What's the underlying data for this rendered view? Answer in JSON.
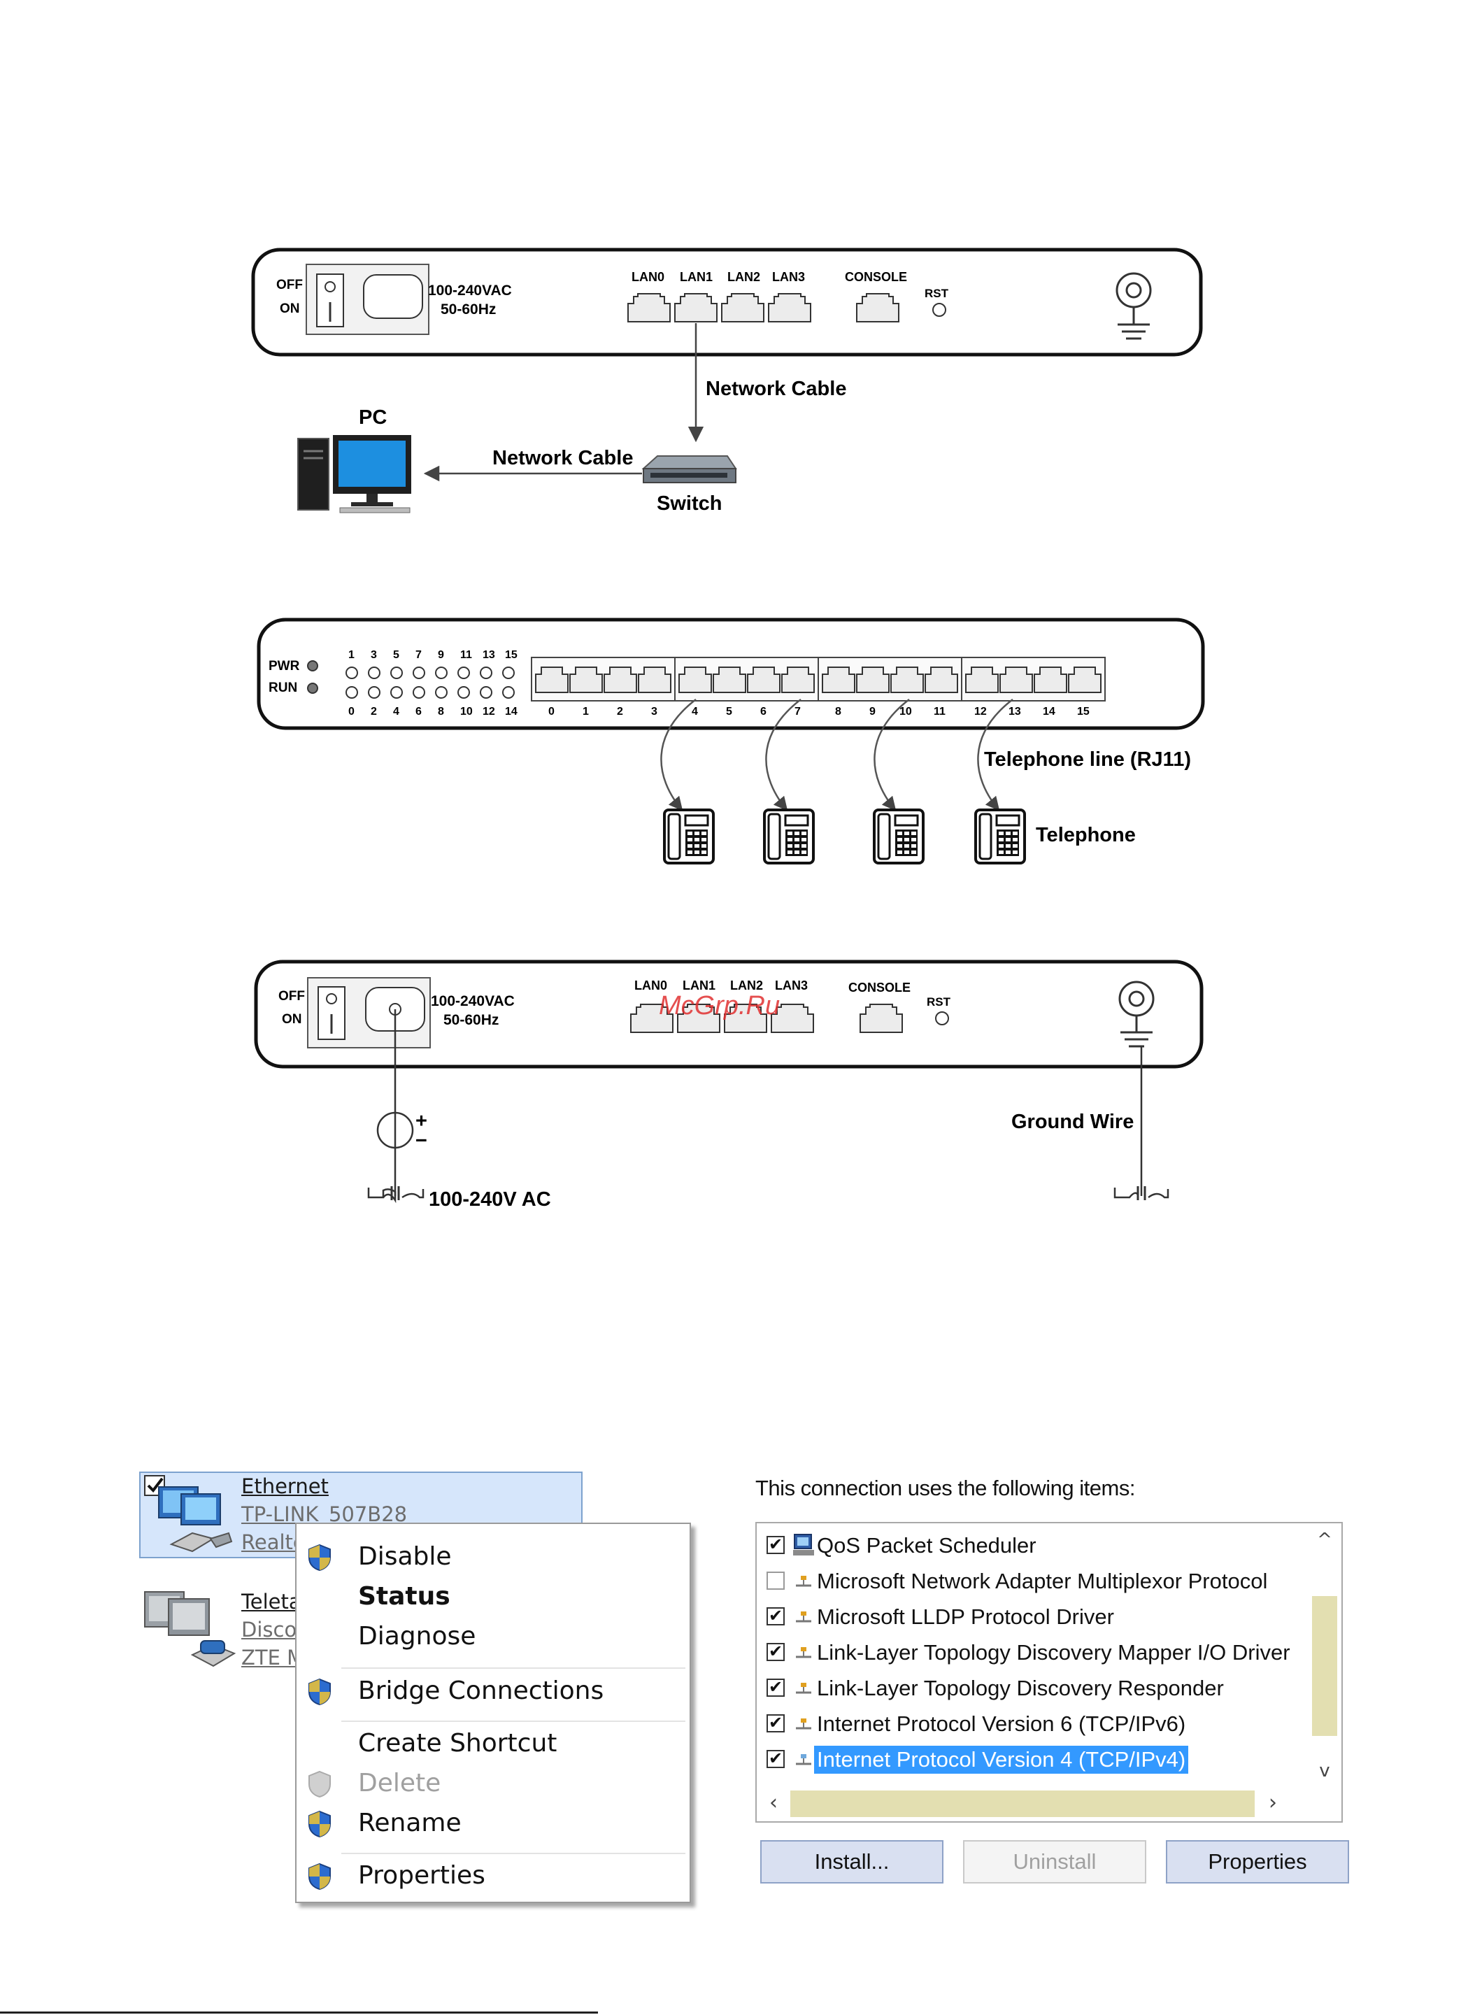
{
  "diagram1": {
    "switch_off": "OFF",
    "switch_on": "ON",
    "power_rating": "100-240VAC",
    "power_freq": "50-60Hz",
    "lan_ports": [
      "LAN0",
      "LAN1",
      "LAN2",
      "LAN3"
    ],
    "console": "CONSOLE",
    "rst": "RST",
    "cable_label_1": "Network Cable",
    "pc_label": "PC",
    "cable_label_2": "Network Cable",
    "switch_label": "Switch"
  },
  "diagram2": {
    "pwr": "PWR",
    "run": "RUN",
    "led_top_numbers": [
      "1",
      "3",
      "5",
      "7",
      "9",
      "11",
      "13",
      "15"
    ],
    "led_bottom_numbers": [
      "0",
      "2",
      "4",
      "6",
      "8",
      "10",
      "12",
      "14"
    ],
    "port_numbers": [
      "0",
      "1",
      "2",
      "3",
      "4",
      "5",
      "6",
      "7",
      "8",
      "9",
      "10",
      "11",
      "12",
      "13",
      "14",
      "15"
    ],
    "line_label": "Telephone line (RJ11)",
    "phone_label": "Telephone"
  },
  "diagram3": {
    "switch_off": "OFF",
    "switch_on": "ON",
    "power_rating": "100-240VAC",
    "power_freq": "50-60Hz",
    "lan_ports": [
      "LAN0",
      "LAN1",
      "LAN2",
      "LAN3"
    ],
    "console": "CONSOLE",
    "rst": "RST",
    "watermark": "McGrp.Ru",
    "plus": "+",
    "minus": "−",
    "ac_label": "100-240V AC",
    "ground_label": "Ground Wire"
  },
  "network_connections": {
    "items": [
      {
        "name": "Ethernet",
        "line2": "TP-LINK_507B28",
        "line3": "Realte"
      },
      {
        "name": "Teleta",
        "line2": "Disco",
        "line3": "ZTE M"
      }
    ],
    "context_menu": [
      "Disable",
      "Status",
      "Diagnose",
      "Bridge Connections",
      "Create Shortcut",
      "Delete",
      "Rename",
      "Properties"
    ]
  },
  "properties": {
    "header": "This connection uses the following items:",
    "items": [
      {
        "label": "QoS Packet Scheduler",
        "checked": true
      },
      {
        "label": "Microsoft Network Adapter Multiplexor Protocol",
        "checked": false
      },
      {
        "label": "Microsoft LLDP Protocol Driver",
        "checked": true
      },
      {
        "label": "Link-Layer Topology Discovery Mapper I/O Driver",
        "checked": true
      },
      {
        "label": "Link-Layer Topology Discovery Responder",
        "checked": true
      },
      {
        "label": "Internet Protocol Version 6 (TCP/IPv6)",
        "checked": true
      },
      {
        "label": "Internet Protocol Version 4 (TCP/IPv4)",
        "checked": true,
        "selected": true
      }
    ],
    "buttons": {
      "install": "Install...",
      "uninstall": "Uninstall",
      "properties": "Properties"
    },
    "colors": {
      "selection": "#3399ff",
      "scroll_track": "#e3dfb1"
    }
  }
}
